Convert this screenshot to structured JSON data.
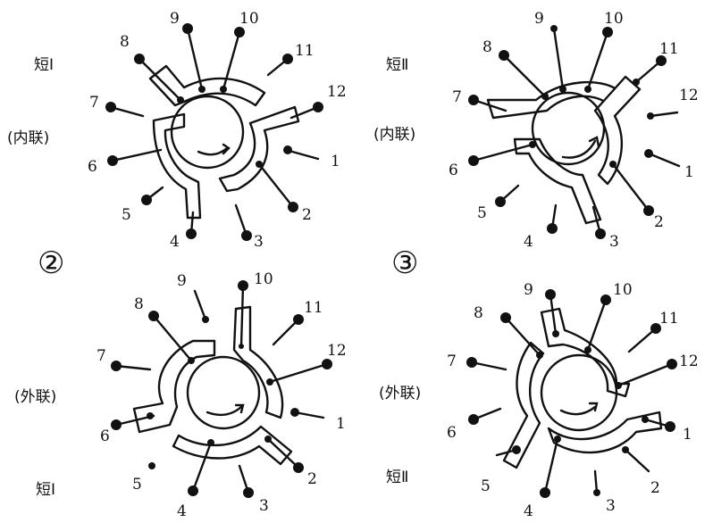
{
  "figure_labels": {
    "middle_left": "②",
    "middle_right": "③"
  },
  "switches": [
    {
      "id": "short-1-inner",
      "title": "短Ⅰ",
      "mode": "(内联)",
      "pins": [
        "1",
        "2",
        "3",
        "4",
        "5",
        "6",
        "7",
        "8",
        "9",
        "10",
        "11",
        "12"
      ]
    },
    {
      "id": "short-2-inner",
      "title": "短Ⅱ",
      "mode": "(内联)",
      "pins": [
        "1",
        "2",
        "3",
        "4",
        "5",
        "6",
        "7",
        "8",
        "9",
        "10",
        "11",
        "12"
      ]
    },
    {
      "id": "short-1-outer",
      "title": "短Ⅰ",
      "mode": "(外联)",
      "pins": [
        "1",
        "2",
        "3",
        "4",
        "5",
        "6",
        "7",
        "8",
        "9",
        "10",
        "11",
        "12"
      ]
    },
    {
      "id": "short-2-outer",
      "title": "短Ⅱ",
      "mode": "(外联)",
      "pins": [
        "1",
        "2",
        "3",
        "4",
        "5",
        "6",
        "7",
        "8",
        "9",
        "10",
        "11",
        "12"
      ]
    }
  ]
}
